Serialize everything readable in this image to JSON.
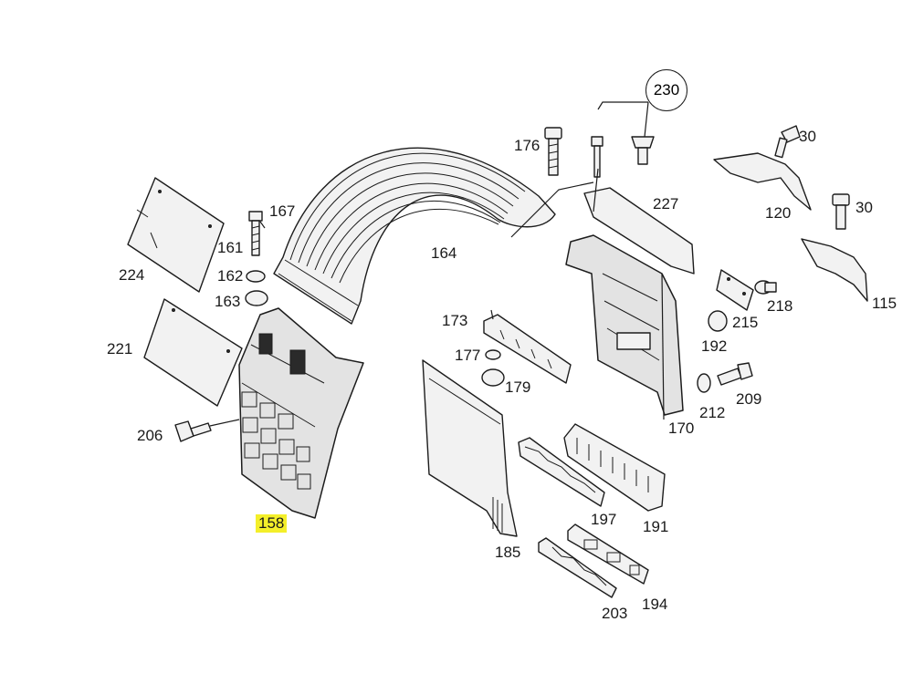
{
  "diagram": {
    "callouts": {
      "p158": "158",
      "p161": "161",
      "p162": "162",
      "p163": "163",
      "p164": "164",
      "p167": "167",
      "p170": "170",
      "p173": "173",
      "p176": "176",
      "p177": "177",
      "p179": "179",
      "p185": "185",
      "p191": "191",
      "p192": "192",
      "p194": "194",
      "p197": "197",
      "p203": "203",
      "p206": "206",
      "p209": "209",
      "p212": "212",
      "p215": "215",
      "p218": "218",
      "p221": "221",
      "p224": "224",
      "p227": "227",
      "p230": "230",
      "p120": "120",
      "p115": "115",
      "p30a": "30",
      "p30b": "30"
    },
    "highlighted_part": "158",
    "colors": {
      "highlight": "#f4ef2a",
      "line": "#1c1c1c"
    }
  }
}
